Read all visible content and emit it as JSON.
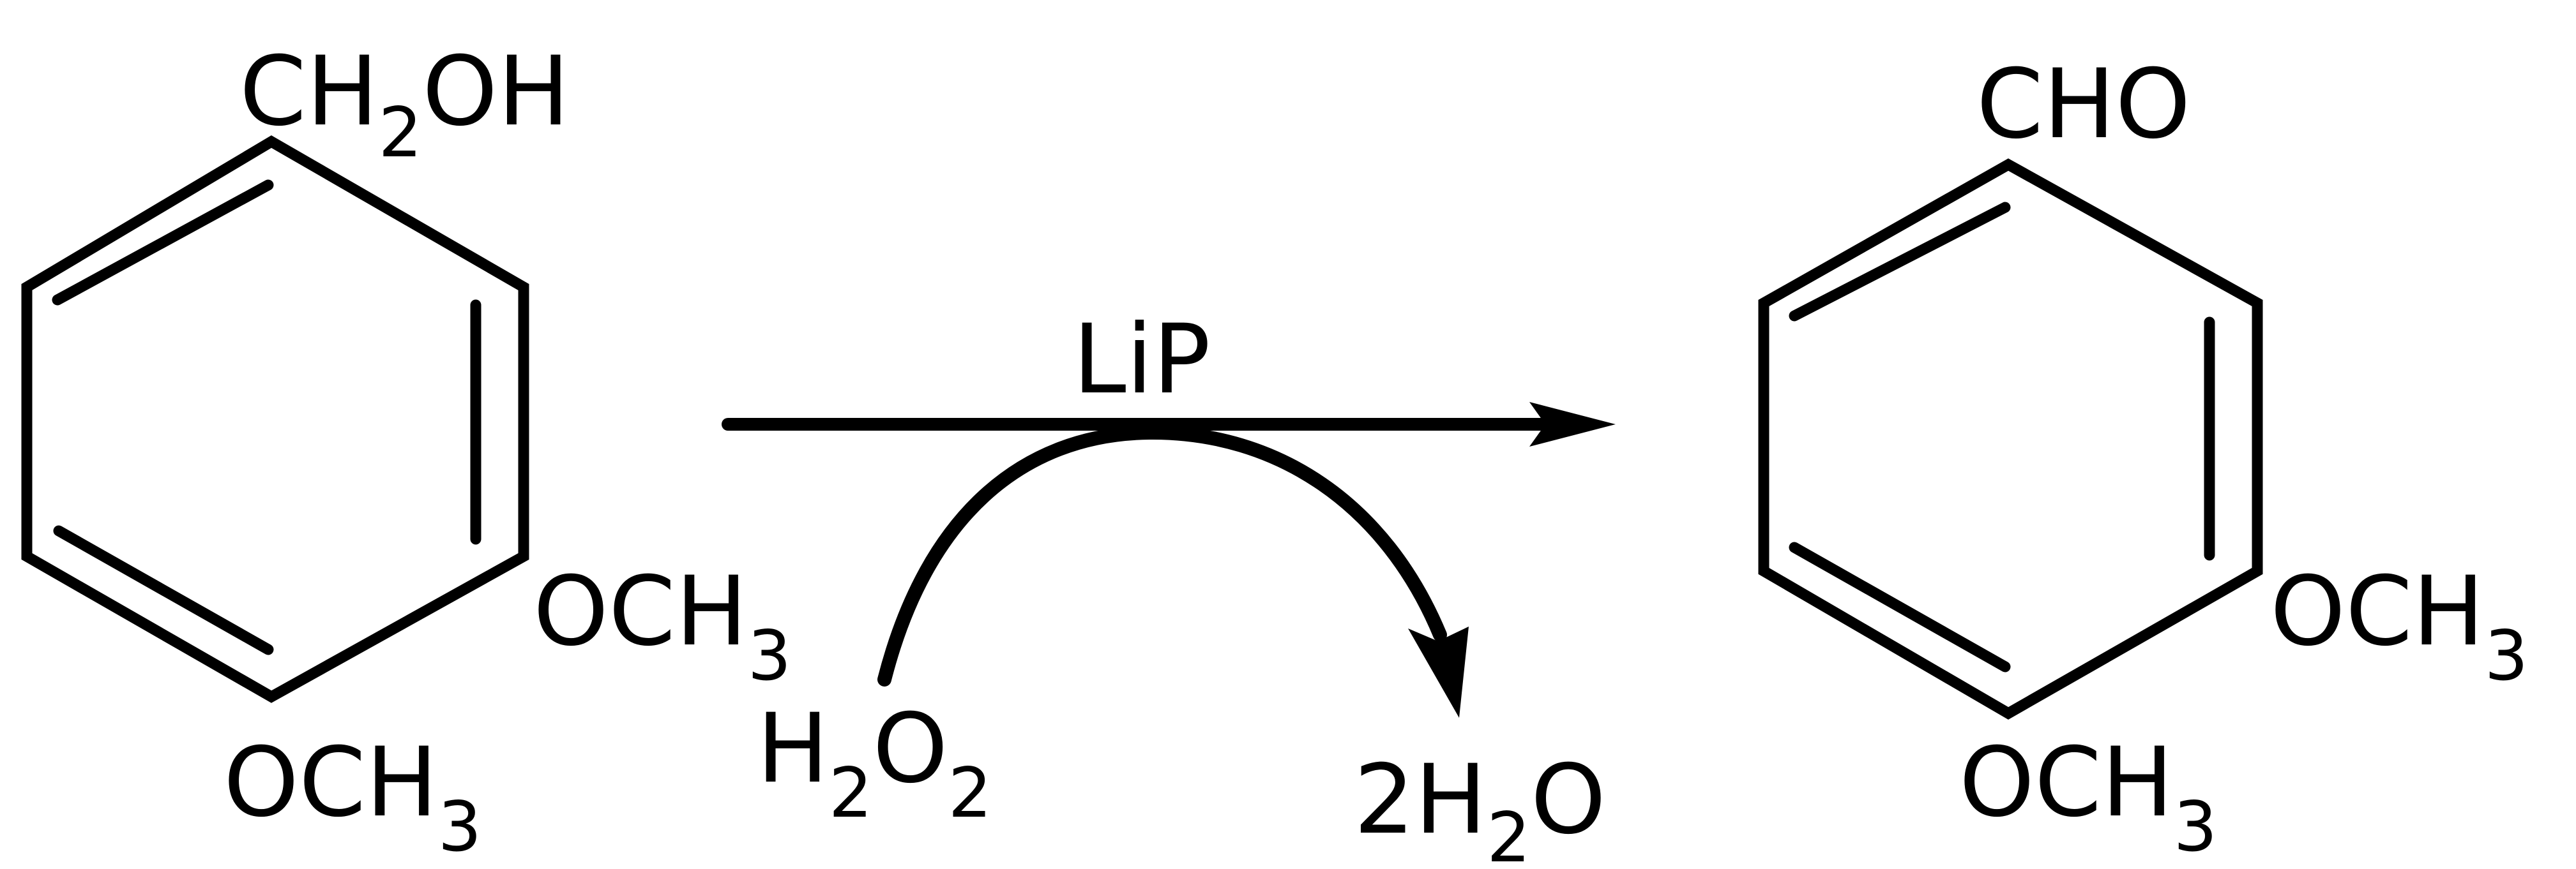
{
  "reactant": {
    "top_group": {
      "main": "CH",
      "sub": "2",
      "rest": "OH"
    },
    "meta_group": {
      "main": "OCH",
      "sub": "3"
    },
    "para_group": {
      "main": "OCH",
      "sub": "3"
    }
  },
  "enzyme": "LiP",
  "cosubstrate": {
    "a": "H",
    "sub_a": "2",
    "b": "O",
    "sub_b": "2"
  },
  "coproduct": {
    "coef": "2",
    "a": "H",
    "sub_a": "2",
    "b": "O"
  },
  "product": {
    "top_group": "CHO",
    "meta_group": {
      "main": "OCH",
      "sub": "3"
    },
    "para_group": {
      "main": "OCH",
      "sub": "3"
    }
  }
}
